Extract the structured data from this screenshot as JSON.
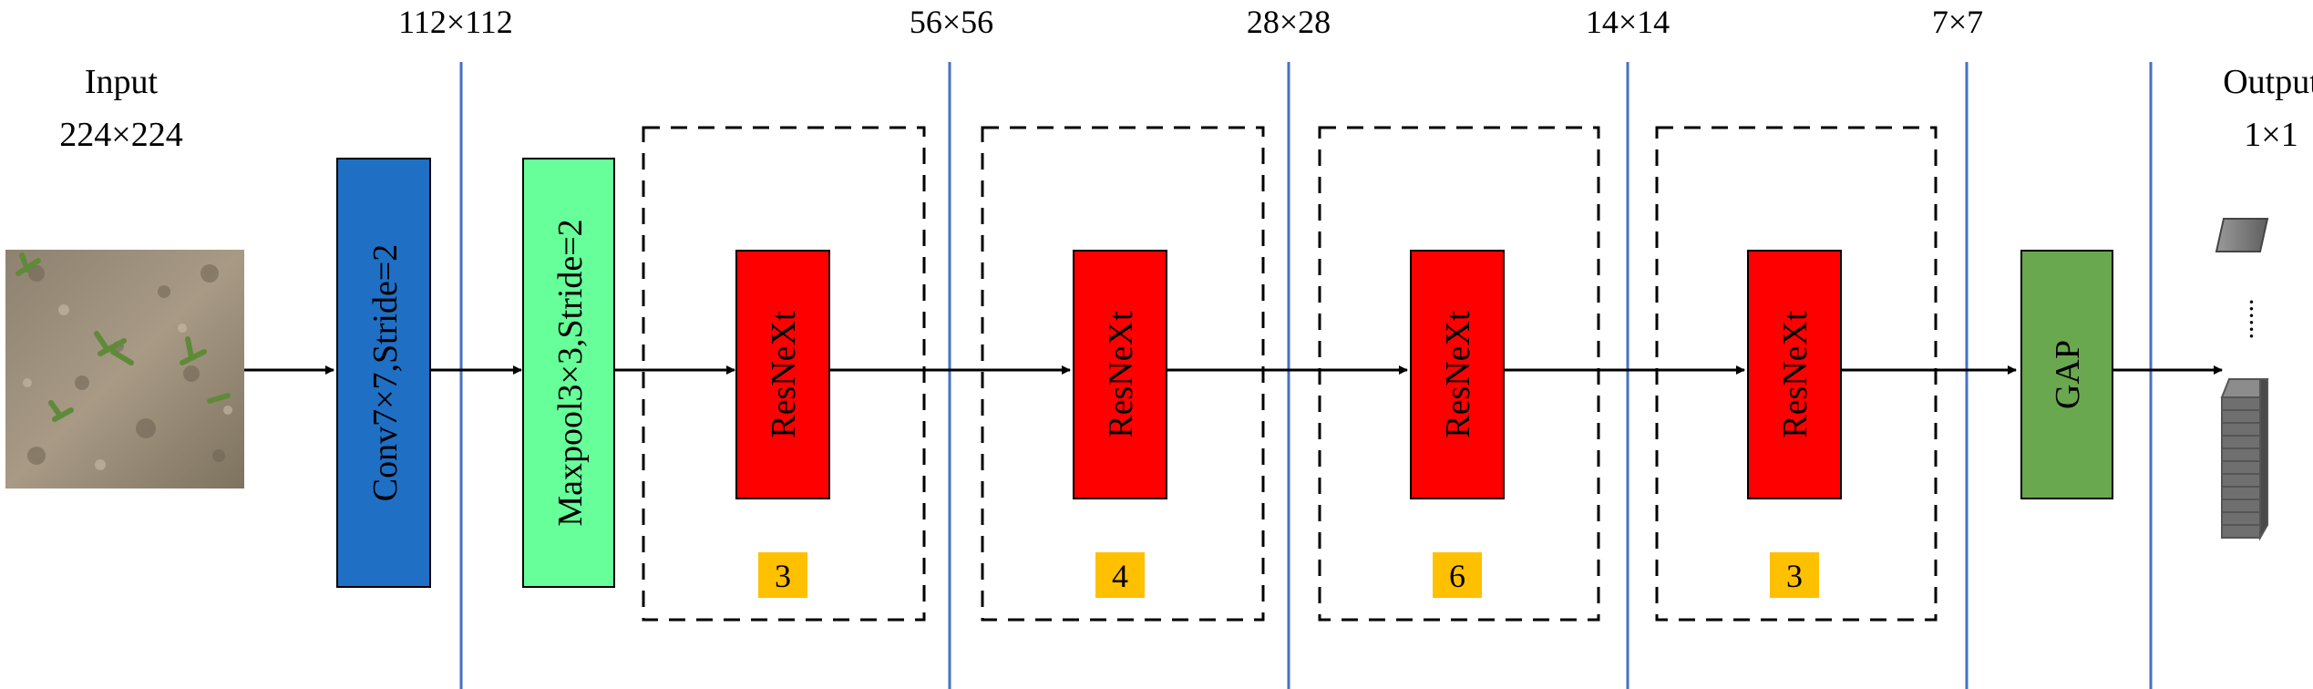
{
  "input": {
    "title": "Input",
    "size": "224×224"
  },
  "output": {
    "title": "Output",
    "size": "1×1",
    "ellipsis": "......"
  },
  "dimensions": [
    "112×112",
    "56×56",
    "28×28",
    "14×14",
    "7×7"
  ],
  "conv": {
    "label": "Conv7×7,Stride=2",
    "color": "#1f6fc5"
  },
  "maxpool": {
    "label": "Maxpool3×3,Stride=2",
    "color": "#66ff99"
  },
  "stages": [
    {
      "label": "ResNeXt",
      "repeat": "3"
    },
    {
      "label": "ResNeXt",
      "repeat": "4"
    },
    {
      "label": "ResNeXt",
      "repeat": "6"
    },
    {
      "label": "ResNeXt",
      "repeat": "3"
    }
  ],
  "gap": {
    "label": "GAP",
    "color": "#6aa84f"
  },
  "colors": {
    "resnext": "#ff0000",
    "repeat_badge": "#ffc000",
    "divider": "#4472c4",
    "arrow": "#000000"
  }
}
